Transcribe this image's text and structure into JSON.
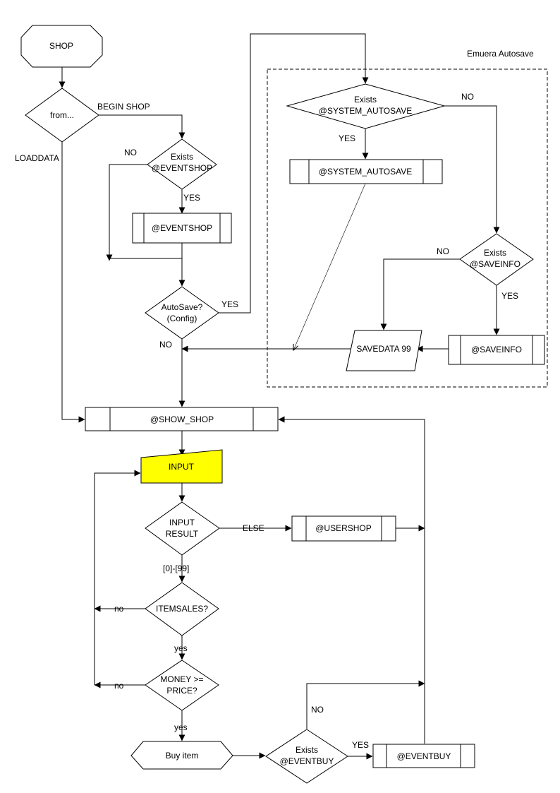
{
  "colors": {
    "input_fill": "#ffff00",
    "stroke": "#000000",
    "background": "#ffffff"
  },
  "autosave_group": {
    "title": "Emuera Autosave"
  },
  "nodes": {
    "shop": "SHOP",
    "from": "from...",
    "exists_eventshop": [
      "Exists",
      "@EVENTSHOP"
    ],
    "eventshop": "@EVENTSHOP",
    "autosave_config": [
      "AutoSave?",
      "(Config)"
    ],
    "exists_system_autosave": [
      "Exists",
      "@SYSTEM_AUTOSAVE"
    ],
    "system_autosave": "@SYSTEM_AUTOSAVE",
    "exists_saveinfo": [
      "Exists",
      "@SAVEINFO"
    ],
    "saveinfo": "@SAVEINFO",
    "savedata": "SAVEDATA 99",
    "show_shop": "@SHOW_SHOP",
    "input": "INPUT",
    "input_result": [
      "INPUT",
      "RESULT"
    ],
    "usershop": "@USERSHOP",
    "itemsales": "ITEMSALES?",
    "money_price": [
      "MONEY >=",
      "PRICE?"
    ],
    "buy_item": "Buy item",
    "exists_eventbuy": [
      "Exists",
      "@EVENTBUY"
    ],
    "eventbuy": "@EVENTBUY"
  },
  "edge_labels": {
    "begin_shop": "BEGIN SHOP",
    "loaddata": "LOADDATA",
    "eventshop_no": "NO",
    "eventshop_yes": "YES",
    "autosave_yes": "YES",
    "autosave_no": "NO",
    "sys_autosave_no": "NO",
    "sys_autosave_yes": "YES",
    "saveinfo_no": "NO",
    "saveinfo_yes": "YES",
    "else": "ELSE",
    "range": "[0]-[99]",
    "itemsales_no": "no",
    "itemsales_yes": "yes",
    "money_no": "no",
    "money_yes": "yes",
    "eventbuy_no": "NO",
    "eventbuy_yes": "YES"
  }
}
